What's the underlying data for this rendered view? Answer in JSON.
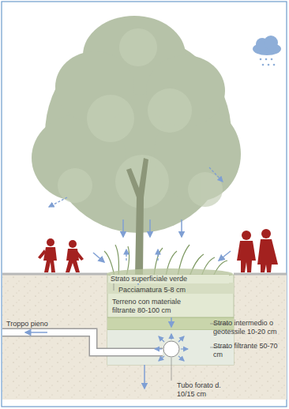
{
  "diagram": {
    "labels": [
      "Strato superficiale verde",
      "Pacciamatura 5-8 cm",
      "Terreno con materiale filtrante 80-100 cm",
      "Strato intermedio o geotessile 10-20 cm",
      "Strato filtrante 50-70 cm",
      "Troppo pieno",
      "Tubo forato d. 10/15 cm"
    ]
  }
}
